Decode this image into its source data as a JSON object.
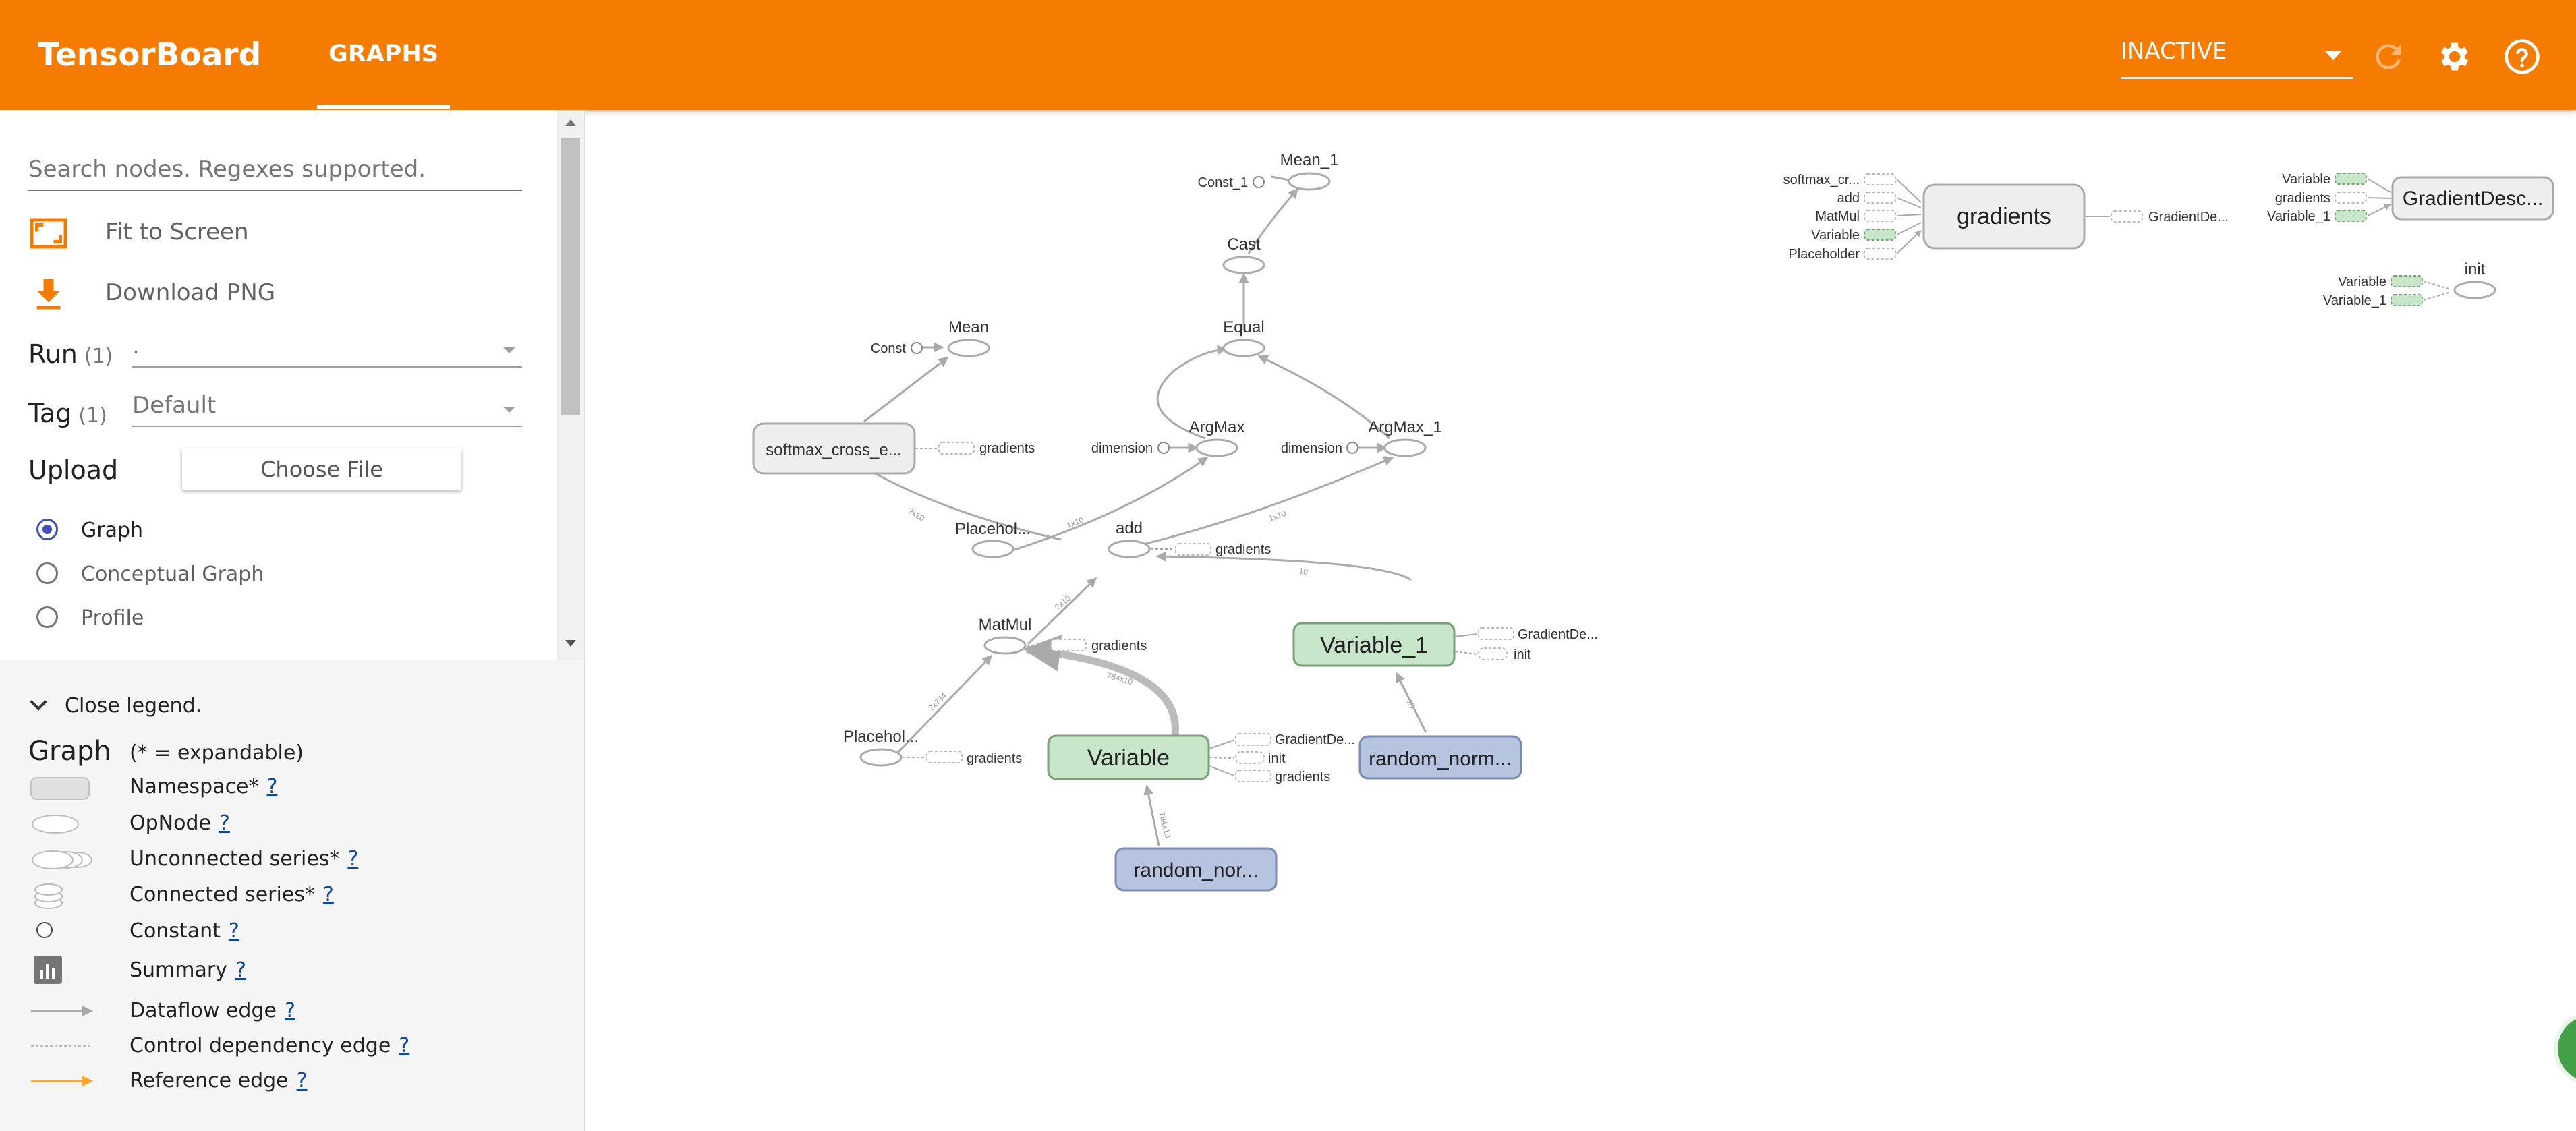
{
  "header": {
    "brand": "TensorBoard",
    "tab_graphs": "GRAPHS",
    "run_selector_value": "INACTIVE",
    "brand_color": "#f57c00"
  },
  "sidebar": {
    "search_placeholder": "Search nodes. Regexes supported.",
    "fit_to_screen": "Fit to Screen",
    "download_png": "Download PNG",
    "run_label": "Run",
    "run_count": "(1)",
    "run_value": ".",
    "tag_label": "Tag",
    "tag_count": "(1)",
    "tag_value": "Default",
    "upload_label": "Upload",
    "choose_file": "Choose File",
    "radios": [
      "Graph",
      "Conceptual Graph",
      "Profile"
    ]
  },
  "legend": {
    "toggle": "Close legend.",
    "title": "Graph",
    "note": "(* = expandable)",
    "items": [
      {
        "label": "Namespace*",
        "q": "?"
      },
      {
        "label": "OpNode",
        "q": "?"
      },
      {
        "label": "Unconnected series*",
        "q": "?"
      },
      {
        "label": "Connected series*",
        "q": "?"
      },
      {
        "label": "Constant",
        "q": "?"
      },
      {
        "label": "Summary",
        "q": "?"
      },
      {
        "label": "Dataflow edge",
        "q": "?"
      },
      {
        "label": "Control dependency edge",
        "q": "?"
      },
      {
        "label": "Reference edge",
        "q": "?"
      }
    ]
  },
  "graph": {
    "nodes": {
      "mean_1": "Mean_1",
      "const_1": "Const_1",
      "cast": "Cast",
      "equal": "Equal",
      "mean": "Mean",
      "const": "Const",
      "argmax": "ArgMax",
      "argmax_1": "ArgMax_1",
      "dimension": "dimension",
      "softmax": "softmax_cross_e...",
      "gradients": "gradients",
      "placeholder": "Placehol...",
      "add": "add",
      "matmul": "MatMul",
      "variable_1": "Variable_1",
      "gradientde": "GradientDe...",
      "init": "init",
      "variable": "Variable",
      "random_norm": "random_norm...",
      "random_nor": "random_nor...",
      "gradients_ns": "gradients",
      "softmax_cr": "softmax_cr...",
      "matmul_in": "MatMul",
      "placeholder_full": "Placeholder",
      "gradientdesc": "GradientDesc..."
    },
    "edges": {
      "e_arg": "1x10",
      "e_arg1": "1x10",
      "e_soft": "?x10",
      "e_mul": "?x10",
      "e_var1": "10",
      "e_ph": "?x784",
      "e_var": "784x10",
      "e_rn": "784x10",
      "e_rn1": "10"
    },
    "colors": {
      "namespace": "#eeeeee",
      "variable": "#c8e6c9",
      "random": "#b7c4e0",
      "edge": "#aaaaaa"
    }
  }
}
